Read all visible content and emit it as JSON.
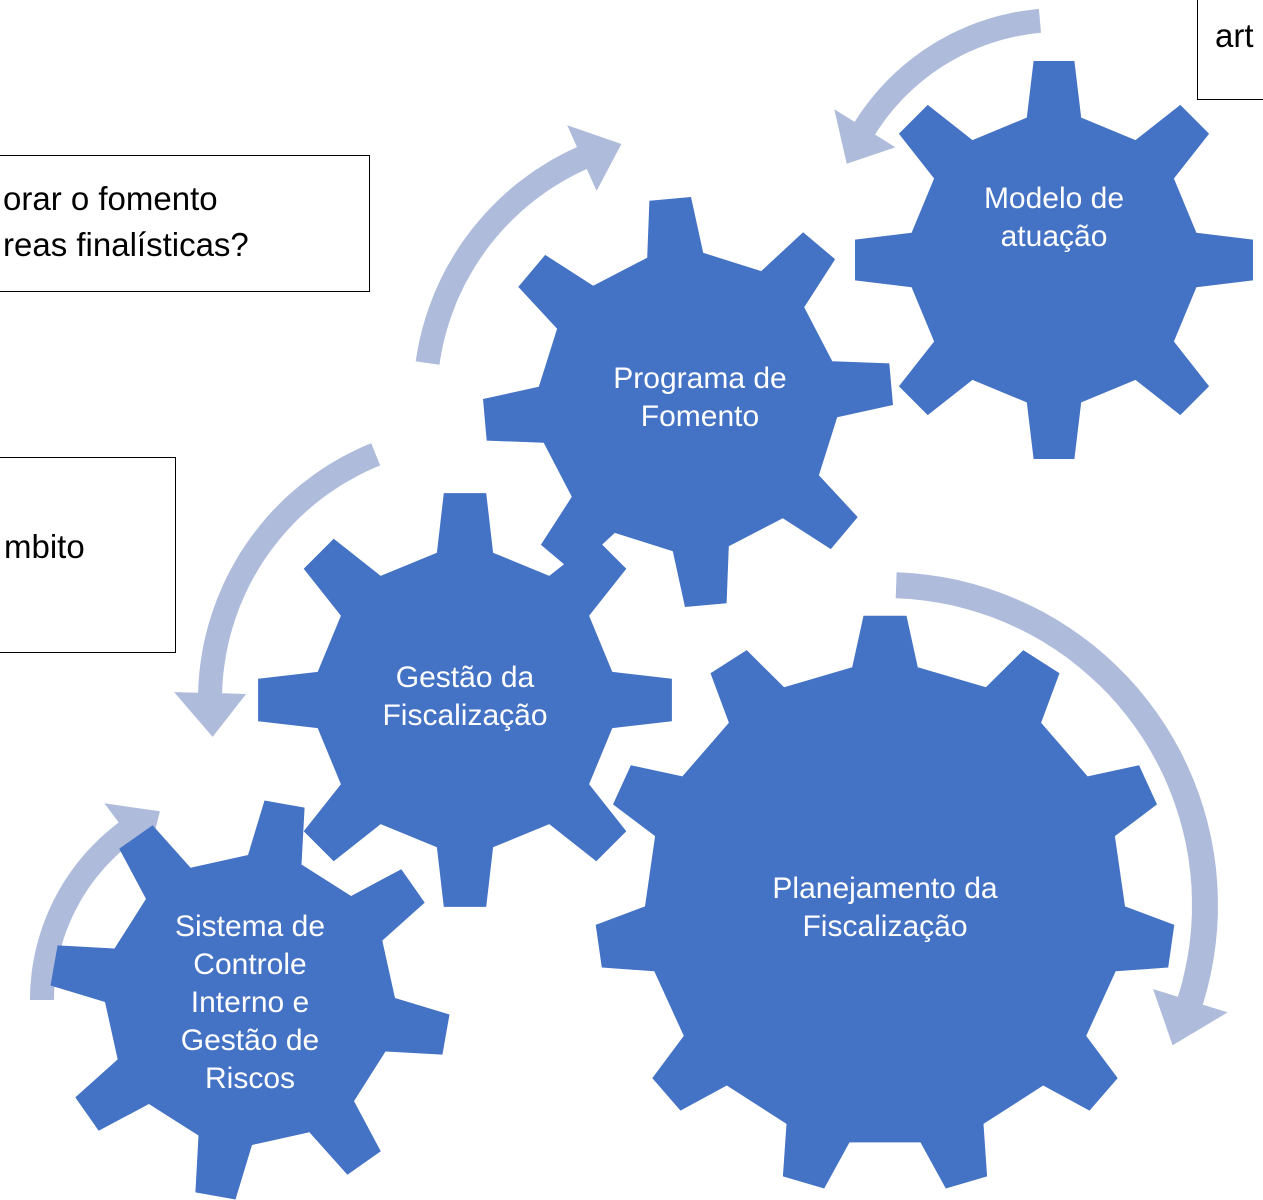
{
  "colors": {
    "gear_fill": "#4472c4",
    "arrow_fill": "#aebbdb",
    "label_color": "#ffffff",
    "box_border": "#000000"
  },
  "side_boxes": {
    "question_line1": "orar o fomento",
    "question_line2": "reas finalísticas?",
    "scope_text": "mbito",
    "corner_text": "art"
  },
  "gears": {
    "modelo_line1": "Modelo de",
    "modelo_line2": "atuação",
    "programa_line1": "Programa de",
    "programa_line2": "Fomento",
    "gestao_line1": "Gestão da",
    "gestao_line2": "Fiscalização",
    "planejamento_line1": "Planejamento da",
    "planejamento_line2": "Fiscalização",
    "sistema_line1": "Sistema de",
    "sistema_line2": "Controle",
    "sistema_line3": "Interno e",
    "sistema_line4": "Gestão de",
    "sistema_line5": "Riscos"
  },
  "arrows": [
    "curved-arrow",
    "curved-arrow",
    "curved-arrow",
    "curved-arrow",
    "curved-arrow"
  ]
}
